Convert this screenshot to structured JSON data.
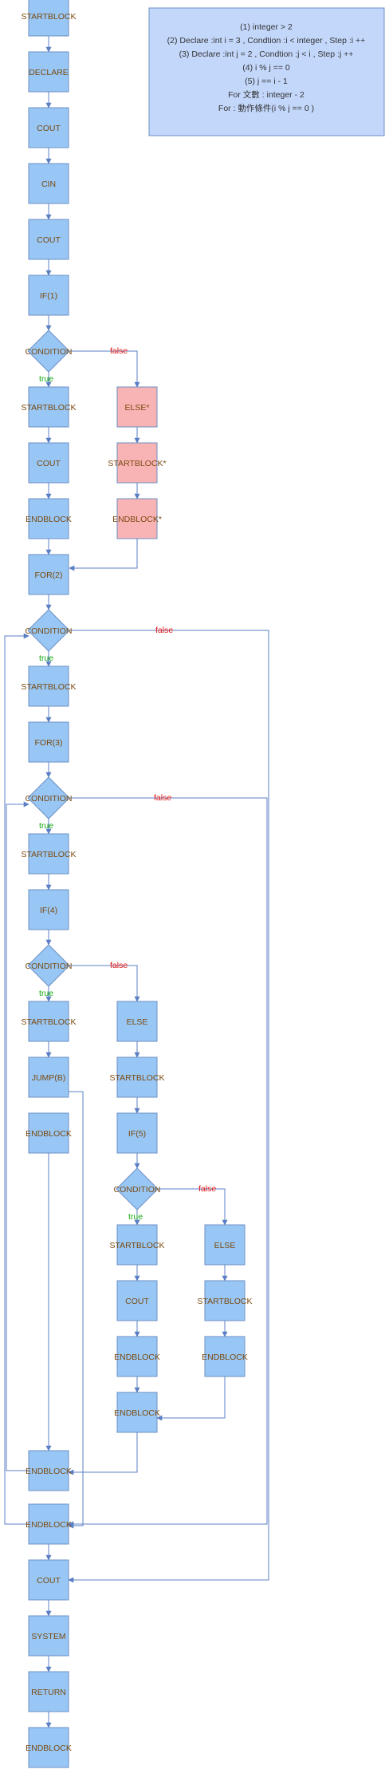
{
  "colors": {
    "node_fill": "#99c7f5",
    "node_stroke": "#6b8fc4",
    "pink_fill": "#f8b3b5",
    "edge": "#5b7fc4",
    "note_fill": "#c3d7fb",
    "note_stroke": "#6b8fc4"
  },
  "note": {
    "lines": [
      "(1) integer > 2",
      "(2)  Declare :int i = 3  , Condtion :i < integer , Step :i ++",
      "(3)  Declare :int j = 2  , Condtion :j < i , Step :j ++",
      "(4) i % j == 0",
      "(5) j == i - 1",
      "For 文數 : integer - 2",
      "For : 動作條件(i % j == 0 )"
    ]
  },
  "nodes": {
    "n1": "STARTBLOCK",
    "n2": "DECLARE",
    "n3": "COUT",
    "n4": "CIN",
    "n5": "COUT",
    "n6": "IF(1)",
    "d1": "CONDITION",
    "n7": "STARTBLOCK",
    "n8": "COUT",
    "n9": "ENDBLOCK",
    "p1": "ELSE*",
    "p2": "STARTBLOCK*",
    "p3": "ENDBLOCK*",
    "n10": "FOR(2)",
    "d2": "CONDITION",
    "n11": "STARTBLOCK",
    "n12": "FOR(3)",
    "d3": "CONDITION",
    "n13": "STARTBLOCK",
    "n14": "IF(4)",
    "d4": "CONDITION",
    "n15": "STARTBLOCK",
    "n16": "JUMP(B)",
    "n17": "ENDBLOCK",
    "e1": "ELSE",
    "e2": "STARTBLOCK",
    "e3": "IF(5)",
    "d5": "CONDITION",
    "e4": "STARTBLOCK",
    "e5": "COUT",
    "e6": "ENDBLOCK",
    "e7": "ENDBLOCK",
    "f1": "ELSE",
    "f2": "STARTBLOCK",
    "f3": "ENDBLOCK",
    "n18": "ENDBLOCK",
    "n19": "ENDBLOCK",
    "n20": "COUT",
    "n21": "SYSTEM",
    "n22": "RETURN",
    "n23": "ENDBLOCK"
  },
  "edge_labels": {
    "true_label": "true",
    "false_label": "false"
  }
}
